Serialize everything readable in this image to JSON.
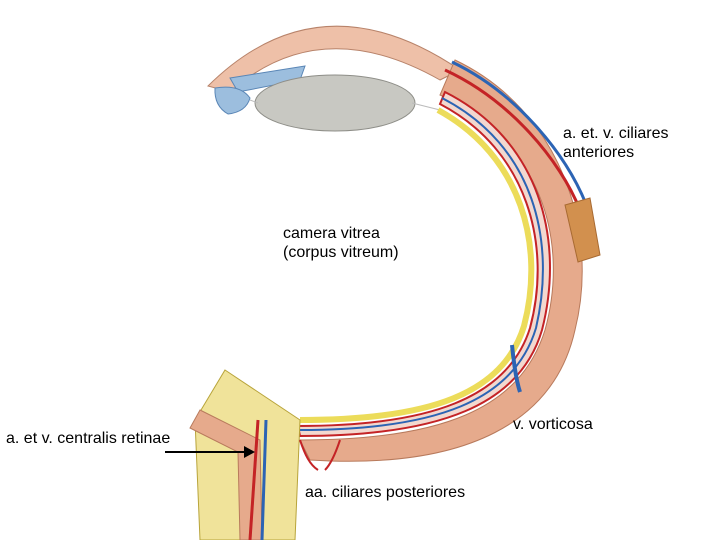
{
  "labels": {
    "ciliares_anteriores": [
      "a. et. v. ciliares",
      "anteriores"
    ],
    "camera_vitrea": [
      "camera vitrea",
      "(corpus vitreum)"
    ],
    "vorticosa": "v. vorticosa",
    "centralis_retinae": "a. et v. centralis retinae",
    "ciliares_posteriores": "aa. ciliares posteriores"
  },
  "colors": {
    "sclera": "#e6aa8c",
    "sclera_light": "#f0c4a6",
    "choroid_red": "#c42326",
    "vein_blue": "#2c64b4",
    "retina_yellow": "#ecdc5a",
    "lens": "#c8c8c2",
    "iris_blue": "#9cbede",
    "muscle": "#d2904e"
  }
}
